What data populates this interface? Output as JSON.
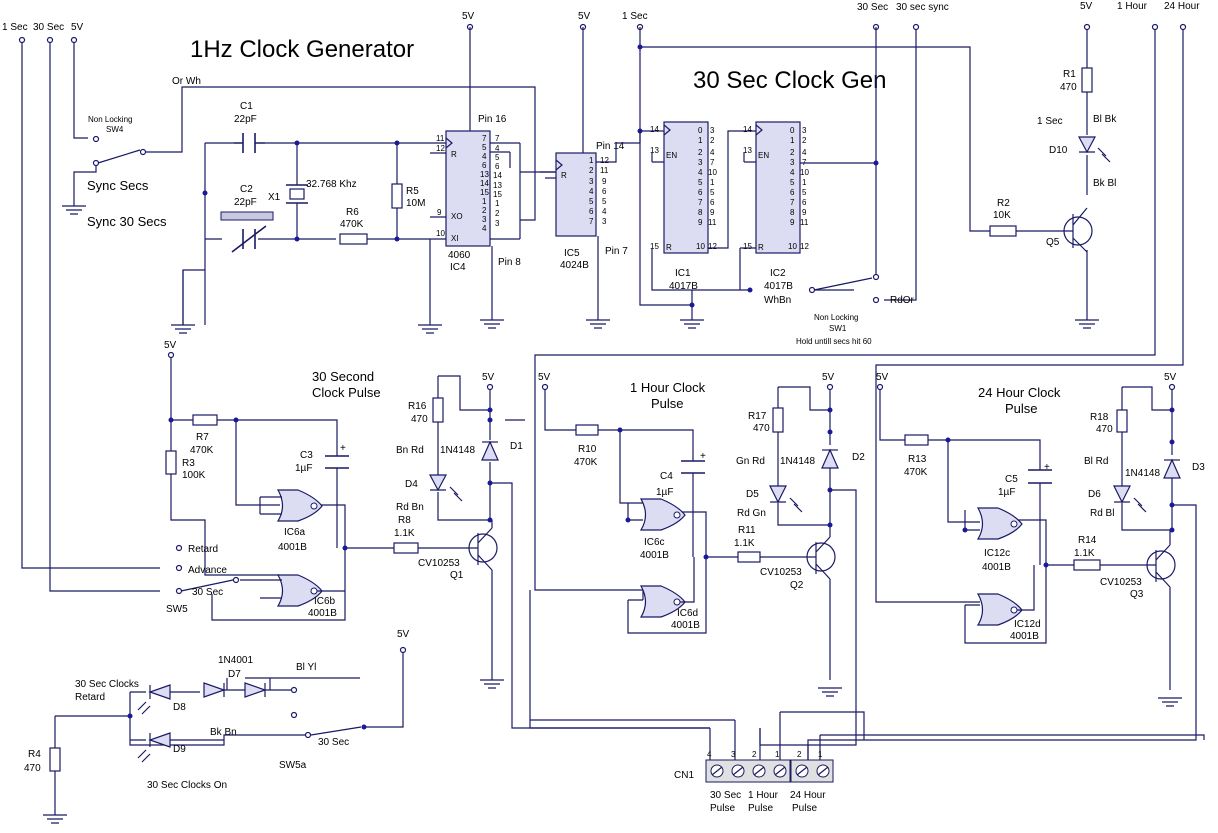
{
  "titles": {
    "clock_gen": "1Hz Clock Generator",
    "sec30_gen": "30 Sec Clock Gen",
    "pulse30_l1": "30 Second",
    "pulse30_l2": "Clock Pulse",
    "pulse1h_l1": "1 Hour Clock",
    "pulse1h_l2": "Pulse",
    "pulse24h_l1": "24 Hour Clock",
    "pulse24h_l2": "Pulse"
  },
  "top_labels": {
    "in_1sec": "1 Sec",
    "in_30sec": "30 Sec",
    "in_5v": "5V",
    "v5_a": "5V",
    "v5_b": "5V",
    "out_1sec": "1 Sec",
    "out_30sec": "30 Sec",
    "out_30sync": "30 sec sync",
    "v5_c": "5V",
    "out_1hour": "1 Hour",
    "out_24hour": "24 Hour"
  },
  "labels": {
    "orwh": "Or Wh",
    "sw4_l1": "Non Locking",
    "sw4_l2": "SW4",
    "sync_secs": "Sync Secs",
    "sync_30": "Sync 30 Secs",
    "c1": "C1",
    "c1v": "22pF",
    "c2": "C2",
    "c2v": "22pF",
    "x1": "X1",
    "x1v": "32.768 Khz",
    "r5": "R5",
    "r5v": "10M",
    "r6": "R6",
    "r6v": "470K",
    "ic4a": "4060",
    "ic4b": "IC4",
    "pin16": "Pin 16",
    "pin8": "Pin 8",
    "ic5a": "IC5",
    "ic5b": "4024B",
    "pin14": "Pin 14",
    "pin7": "Pin 7",
    "ic1a": "IC1",
    "ic1b": "4017B",
    "ic2a": "IC2",
    "ic2b": "4017B",
    "whbn": "WhBn",
    "rdor": "RdOr",
    "sw1_l1": "Non Locking",
    "sw1_l2": "SW1",
    "sw1_l3": "Hold untill secs hit 60",
    "r1": "R1",
    "r1v": "470",
    "blbk": "Bl Bk",
    "d10": "D10",
    "bkbl": "Bk Bl",
    "r2": "R2",
    "r2v": "10K",
    "q5": "Q5",
    "sec1": "1 Sec",
    "v5_d": "5V",
    "r7": "R7",
    "r7v": "470K",
    "r3": "R3",
    "r3v": "100K",
    "c3": "C3",
    "c3v": "1µF",
    "ic6a": "IC6a",
    "ic6a2": "4001B",
    "ic6b": "IC6b",
    "ic6b2": "4001B",
    "retard": "Retard",
    "advance": "Advance",
    "sec30": "30 Sec",
    "sw5": "SW5",
    "r16": "R16",
    "r16v": "470",
    "bnrd": "Bn Rd",
    "d4": "D4",
    "rdbn": "Rd Bn",
    "n4148a": "1N4148",
    "d1": "D1",
    "v5_e": "5V",
    "r8": "R8",
    "r8v": "1.1K",
    "q1a": "CV10253",
    "q1": "Q1",
    "v5_f": "5V",
    "r10": "R10",
    "r10v": "470K",
    "c4": "C4",
    "c4v": "1µF",
    "ic6c": "IC6c",
    "ic6c2": "4001B",
    "ic6d": "IC6d",
    "ic6d2": "4001B",
    "r17": "R17",
    "r17v": "470",
    "gnrd": "Gn Rd",
    "n4148b": "1N4148",
    "d5": "D5",
    "rdgn": "Rd Gn",
    "d2": "D2",
    "v5_g": "5V",
    "r11": "R11",
    "r11v": "1.1K",
    "q2a": "CV10253",
    "q2": "Q2",
    "v5_h": "5V",
    "r13": "R13",
    "r13v": "470K",
    "c5": "C5",
    "c5v": "1µF",
    "ic12c": "IC12c",
    "ic12c2": "4001B",
    "ic12d": "IC12d",
    "ic12d2": "4001B",
    "r18": "R18",
    "r18v": "470",
    "blrd": "Bl Rd",
    "n4148c": "1N4148",
    "d6": "D6",
    "rdbl": "Rd Bl",
    "d3": "D3",
    "v5_i": "5V",
    "r14": "R14",
    "r14v": "1.1K",
    "q3a": "CV10253",
    "q3": "Q3",
    "n4001": "1N4001",
    "d7": "D7",
    "blyl": "Bl Yl",
    "v5_j": "5V",
    "clk_retard_l1": "30 Sec Clocks",
    "clk_retard_l2": "Retard",
    "d8": "D8",
    "bkbn": "Bk Bn",
    "d9": "D9",
    "r4": "R4",
    "r4v": "470",
    "sw5a_sec": "30 Sec",
    "sw5a": "SW5a",
    "clocks_on": "30 Sec Clocks On",
    "cn1": "CN1",
    "cn_30a": "30 Sec",
    "cn_30b": "Pulse",
    "cn_1ha": "1 Hour",
    "cn_1hb": "Pulse",
    "cn_24a": "24 Hour",
    "cn_24b": "Pulse"
  },
  "pin_numbers": {
    "ic4_left": [
      "11",
      "12",
      "9",
      "10"
    ],
    "ic4_right": [
      "7",
      "5",
      "4",
      "6",
      "13",
      "15",
      "1",
      "2",
      "3"
    ],
    "ic4_right2": [
      "7",
      "4",
      "5",
      "6",
      "14",
      "13",
      "15",
      "1",
      "2",
      "3"
    ],
    "ic5_right": [
      "12",
      "11",
      "9",
      "6",
      "5",
      "4",
      "3"
    ],
    "ic1_right": [
      "3",
      "2",
      "4",
      "7",
      "10",
      "1",
      "5",
      "6",
      "9",
      "11",
      "12"
    ],
    "ic1_out": [
      "0",
      "1",
      "2",
      "3",
      "4",
      "5",
      "6",
      "7",
      "8",
      "9"
    ],
    "ic5_out": [
      "1",
      "2",
      "3",
      "4",
      "5",
      "6",
      "7"
    ],
    "cn_pins": [
      "4",
      "3",
      "2",
      "1",
      "2",
      "1"
    ]
  },
  "colors": {
    "wire": "#1a1a66",
    "chip": "#dcdcf2",
    "node": "#1a1a99"
  }
}
